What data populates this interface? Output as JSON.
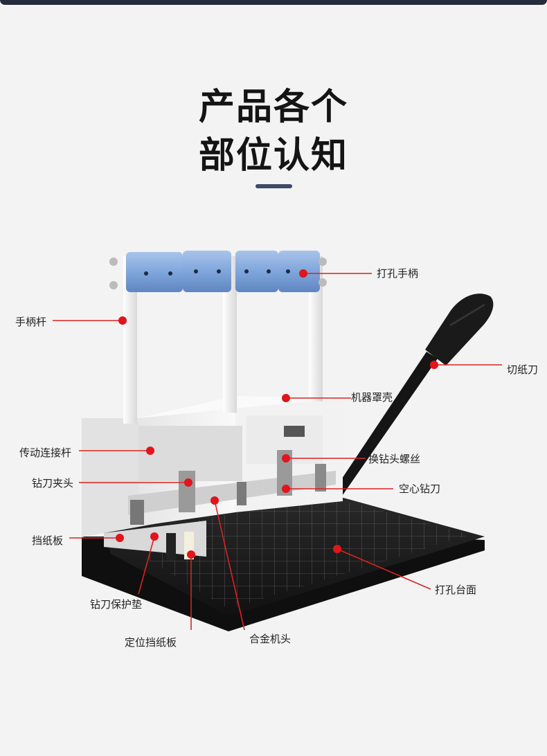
{
  "heading": {
    "line1": "产品各个",
    "line2": "部位认知"
  },
  "callouts": {
    "punch_handle": "打孔手柄",
    "handle_bar": "手柄杆",
    "cutter_blade": "切纸刀",
    "machine_cover": "机器罩壳",
    "transmission_rod": "传动连接杆",
    "drill_change_screw": "换钻头螺丝",
    "drill_clamp": "钻刀夹头",
    "hollow_drill": "空心钻刀",
    "paper_stop": "挡纸板",
    "punch_table": "打孔台面",
    "drill_pad": "钻刀保护垫",
    "positioning_stop": "定位挡纸板",
    "alloy_head": "合金机头"
  },
  "colors": {
    "title": "#141414",
    "accent_bar": "#3f4a66",
    "leader": "#e02020",
    "handle_blue": "#7fa6dc",
    "base": "#1c1c1c",
    "background": "#f3f3f3"
  }
}
